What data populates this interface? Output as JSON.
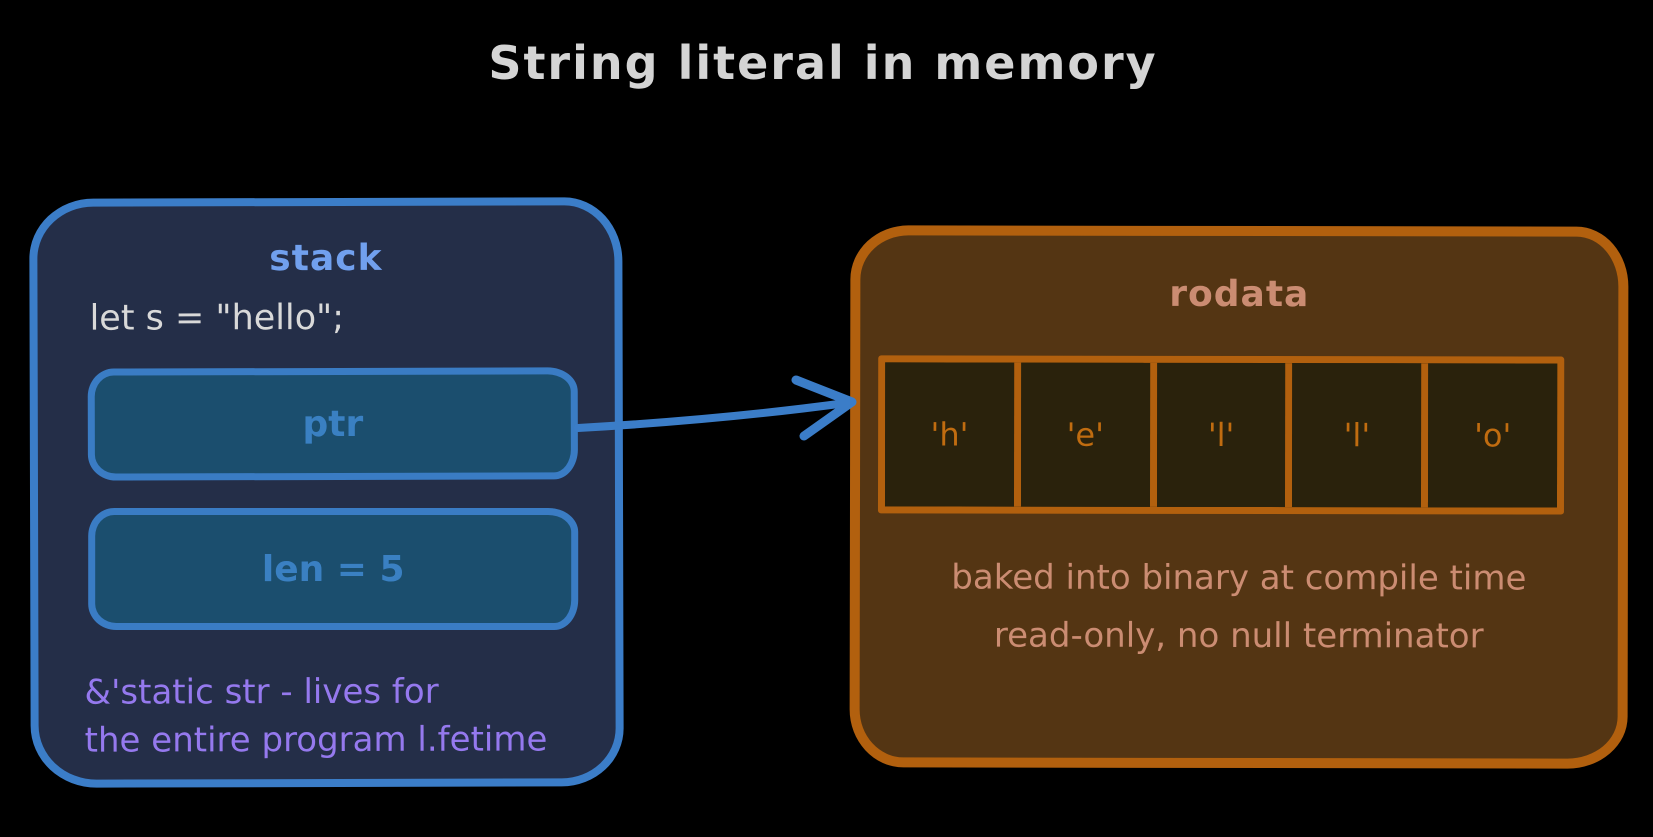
{
  "title": "String literal in memory",
  "colors": {
    "background": "#000000",
    "title_text": "#d4d4d4",
    "stack_fill": "#242e48",
    "stack_border": "#3b7dc8",
    "stack_label": "#71a0ee",
    "code_text": "#d9d9d9",
    "field_fill": "#1b4e6e",
    "field_border": "#3a7cc4",
    "field_text": "#3a80c2",
    "note_text": "#9579ee",
    "arrow": "#3b7dc8",
    "rodata_fill": "#543513",
    "rodata_border": "#b2600e",
    "rodata_label": "#cb8c72",
    "cell_fill": "#2a220c",
    "cell_border": "#b2600e",
    "cell_text": "#c06c10",
    "caption_text": "#cb8c72"
  },
  "stack_box": {
    "label": "stack",
    "code": "let s = \"hello\";",
    "ptr_field": "ptr",
    "len_field": "len = 5",
    "note_line1": "&'static str - lives for",
    "note_line2": "the entire program l.fetime"
  },
  "rodata_box": {
    "label": "rodata",
    "cells": [
      "'h'",
      "'e'",
      "'l'",
      "'l'",
      "'o'"
    ],
    "caption_line1": "baked into binary at compile time",
    "caption_line2": "read-only, no null terminator"
  }
}
